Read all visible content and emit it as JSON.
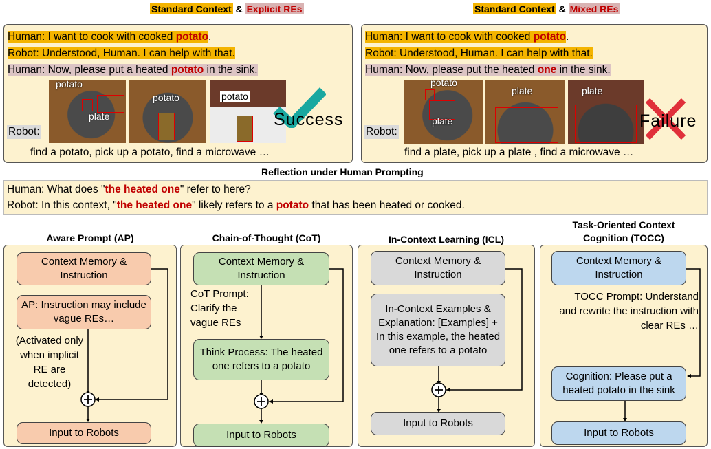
{
  "top_left": {
    "header": {
      "a": "Standard Context",
      "amp": " & ",
      "b": "Explicit REs"
    },
    "human1_pre": "Human: I want to cook with cooked ",
    "human1_key": "potato",
    "human1_post": ".",
    "robot1": "Robot: Understood, Human. I can help with that.",
    "human2_pre": "Human: Now, please put a heated ",
    "human2_key": "potato",
    "human2_post": " in the sink.",
    "robot_label": "Robot:",
    "scene_labels": {
      "potato1": "potato",
      "plate1": "plate",
      "potato2": "potato",
      "potato3": "potato"
    },
    "result": "Success",
    "actions": "find a potato, pick up a potato, find a microwave …"
  },
  "top_right": {
    "header": {
      "a": "Standard Context",
      "amp": " & ",
      "b": "Mixed REs"
    },
    "human1_pre": "Human: I want to cook with cooked ",
    "human1_key": "potato",
    "human1_post": ".",
    "robot1": "Robot: Understood, Human. I can help with that.",
    "human2_pre": "Human: Now, please put the heated ",
    "human2_key": "one",
    "human2_post": " in the sink.",
    "robot_label": "Robot:",
    "scene_labels": {
      "potato1": "potato",
      "plate1": "plate",
      "plate2": "plate",
      "plate3": "plate"
    },
    "result": "Failure",
    "actions": "find a plate,  pick up a plate , find a microwave …"
  },
  "reflection": {
    "title": "Reflection under Human Prompting",
    "human_pre": "Human: What does \"",
    "human_key": "the heated one",
    "human_post": "\" refer to here?",
    "robot_pre": "Robot: In this context, \"",
    "robot_key": "the heated one",
    "robot_mid": "\" likely refers to a ",
    "robot_key2": "potato",
    "robot_post": " that has been heated or cooked."
  },
  "methods": [
    {
      "title": "Aware Prompt (AP)",
      "box1": "Context Memory & Instruction",
      "box2": "AP: Instruction may include vague REs…",
      "note": "(Activated only when implicit RE are detected)",
      "plus": "+",
      "out": "Input to Robots"
    },
    {
      "title": "Chain-of-Thought (CoT)",
      "box1": "Context Memory & Instruction",
      "note": "CoT Prompt: Clarify the vague REs",
      "box2": "Think Process: The heated one refers to a potato",
      "plus": "+",
      "out": "Input to Robots"
    },
    {
      "title": "In-Context Learning (ICL)",
      "box1": "Context Memory & Instruction",
      "box2": "In-Context Examples & Explanation: [Examples] + In this example, the heated one refers to a potato",
      "plus": "+",
      "out": "Input to Robots"
    },
    {
      "title_l1": "Task-Oriented Context",
      "title_l2": "Cognition (TOCC)",
      "box1": "Context Memory & Instruction",
      "note": "TOCC Prompt: Understand and rewrite the instruction with clear REs …",
      "box2": "Cognition: Please put a heated potato in the sink",
      "out": "Input to Robots"
    }
  ],
  "colors": {
    "orange_hl": "#f4b400",
    "pink_hl": "#dcc4c4",
    "accent_red": "#c00000",
    "panel_bg": "#fdf2cf",
    "success_teal": "#1aa8a0",
    "failure_red": "#e0303a",
    "ap_box": "#f8cbad",
    "cot_box": "#c5e0b4",
    "icl_box": "#d9d9d9",
    "tocc_box": "#bdd7ee"
  },
  "icons": {
    "success": "checkmark-icon",
    "failure": "cross-icon",
    "plus": "circled-plus-icon"
  }
}
